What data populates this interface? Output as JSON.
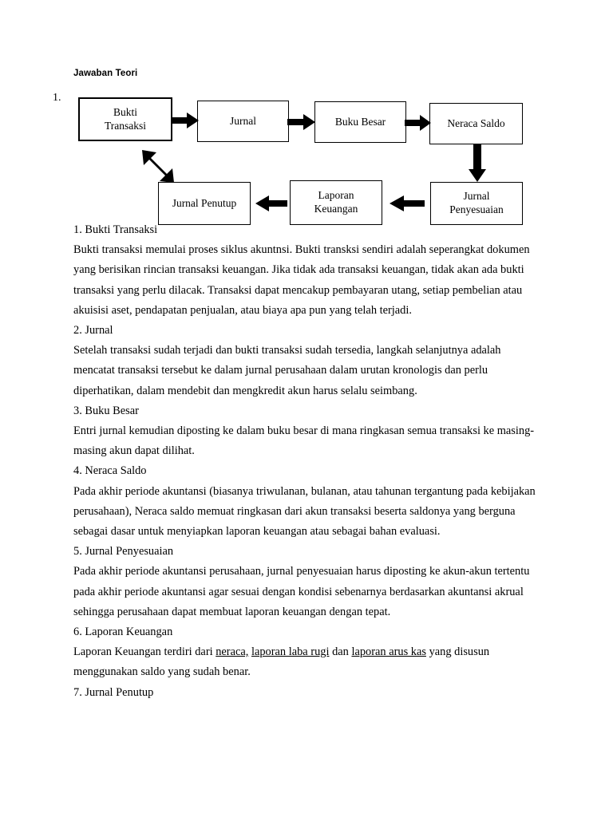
{
  "document": {
    "heading": "Jawaban Teori",
    "list_number": "1."
  },
  "flowchart": {
    "nodes": [
      {
        "id": "bukti-transaksi",
        "label": "Bukti\nTransaksi"
      },
      {
        "id": "jurnal",
        "label": "Jurnal"
      },
      {
        "id": "buku-besar",
        "label": "Buku Besar"
      },
      {
        "id": "neraca-saldo",
        "label": "Neraca Saldo"
      },
      {
        "id": "jurnal-penyesuaian",
        "label": "Jurnal\nPenyesuaian"
      },
      {
        "id": "laporan-keuangan",
        "label": "Laporan\nKeuangan"
      },
      {
        "id": "jurnal-penutup",
        "label": "Jurnal Penutup"
      }
    ],
    "edges": [
      {
        "from": "bukti-transaksi",
        "to": "jurnal",
        "direction": "right"
      },
      {
        "from": "jurnal",
        "to": "buku-besar",
        "direction": "right"
      },
      {
        "from": "buku-besar",
        "to": "neraca-saldo",
        "direction": "right"
      },
      {
        "from": "neraca-saldo",
        "to": "jurnal-penyesuaian",
        "direction": "down"
      },
      {
        "from": "jurnal-penyesuaian",
        "to": "laporan-keuangan",
        "direction": "left"
      },
      {
        "from": "laporan-keuangan",
        "to": "jurnal-penutup",
        "direction": "left"
      },
      {
        "from": "jurnal-penutup",
        "to": "bukti-transaksi",
        "direction": "up-left"
      }
    ],
    "arrow_color": "#000000"
  },
  "sections": {
    "s1_title": "1. Bukti Transaksi",
    "s1_body": "Bukti transaksi memulai proses siklus akuntnsi. Bukti transksi sendiri adalah seperangkat dokumen yang berisikan rincian transaksi keuangan.  Jika tidak ada transaksi keuangan, tidak akan ada bukti transaksi yang perlu dilacak. Transaksi dapat mencakup pembayaran utang, setiap pembelian atau akuisisi aset, pendapatan penjualan, atau biaya apa pun yang telah terjadi.",
    "s2_title": "2. Jurnal",
    "s2_body": "Setelah transaksi sudah terjadi dan bukti transaksi sudah tersedia, langkah selanjutnya adalah mencatat transaksi tersebut ke dalam jurnal perusahaan dalam urutan kronologis dan perlu diperhatikan, dalam mendebit dan mengkredit akun harus selalu seimbang.",
    "s3_title": "3. Buku Besar",
    "s3_body": "Entri jurnal kemudian diposting ke dalam buku besar di mana ringkasan semua transaksi ke masing-masing akun dapat dilihat.",
    "s4_title": "4. Neraca Saldo",
    "s4_body": "Pada akhir periode akuntansi (biasanya triwulanan, bulanan, atau tahunan tergantung pada kebijakan perusahaan), Neraca saldo memuat ringkasan dari akun transaksi beserta saldonya yang berguna sebagai dasar untuk menyiapkan laporan keuangan atau sebagai bahan evaluasi.",
    "s5_title": "5. Jurnal Penyesuaian",
    "s5_body": "Pada akhir periode akuntansi perusahaan, jurnal penyesuaian harus diposting ke akun-akun tertentu pada akhir periode akuntansi agar sesuai dengan kondisi sebenarnya berdasarkan akuntansi akrual sehingga perusahaan dapat membuat laporan keuangan dengan tepat.",
    "s6_title": "6. Laporan Keuangan",
    "s6_body_part1": "Laporan Keuangan terdiri dari ",
    "s6_link1": "neraca,",
    "s6_body_part2": " ",
    "s6_link2": "laporan laba rugi",
    "s6_body_part3": " dan ",
    "s6_link3": "laporan arus kas",
    "s6_body_part4": " yang disusun menggunakan saldo yang sudah benar.",
    "s7_title": "7. Jurnal Penutup"
  }
}
